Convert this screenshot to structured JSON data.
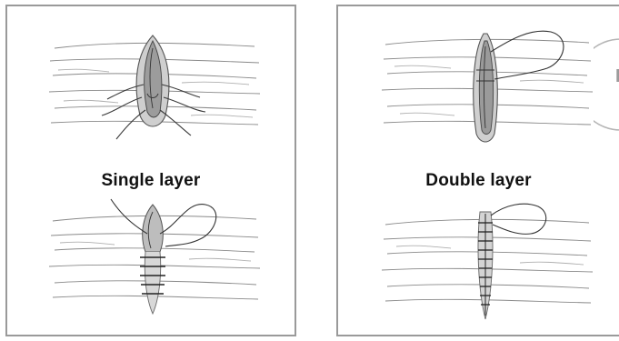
{
  "panels": [
    {
      "label": "Single layer"
    },
    {
      "label": "Double layer"
    }
  ],
  "edge_fragment": {
    "text": "P"
  },
  "icons": [
    "intestine-incision-illustration",
    "single-layer-suture-illustration",
    "double-layer-incision-illustration",
    "double-layer-suture-illustration",
    "partial-circle-badge"
  ]
}
